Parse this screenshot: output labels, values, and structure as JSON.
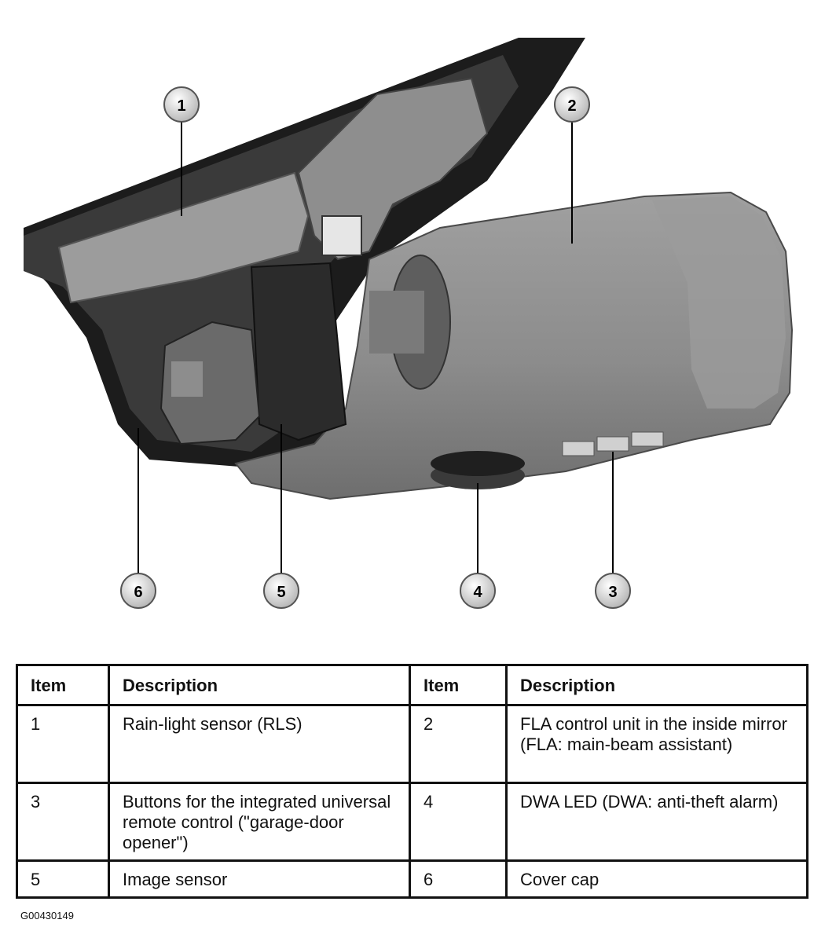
{
  "callouts": [
    {
      "number": "1"
    },
    {
      "number": "2"
    },
    {
      "number": "3"
    },
    {
      "number": "4"
    },
    {
      "number": "5"
    },
    {
      "number": "6"
    }
  ],
  "table": {
    "headers": [
      "Item",
      "Description",
      "Item",
      "Description"
    ],
    "rows": [
      {
        "item_a": "1",
        "desc_a": "Rain-light sensor (RLS)",
        "item_b": "2",
        "desc_b": "FLA control unit in the inside mirror (FLA: main-beam assistant)"
      },
      {
        "item_a": "3",
        "desc_a": "Buttons for the integrated universal remote control (\"garage-door opener\")",
        "item_b": "4",
        "desc_b": "DWA LED (DWA: anti-theft alarm)"
      },
      {
        "item_a": "5",
        "desc_a": "Image sensor",
        "item_b": "6",
        "desc_b": "Cover cap"
      }
    ]
  },
  "figure_ref": "G00430149",
  "colors": {
    "mirror": "#8a8a8a",
    "dark": "#1c1c1c",
    "callout": "#d8d8d8"
  }
}
